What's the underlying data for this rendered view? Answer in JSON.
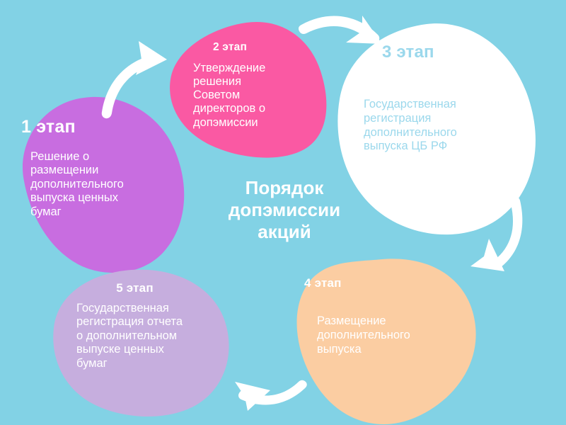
{
  "palette": {
    "background": "#82d2e5",
    "stage1_blob": "#c86de0",
    "stage2_blob": "#fa59a3",
    "stage3_blob": "#ffffff",
    "stage4_blob": "#fbcda2",
    "stage5_blob": "#c6aede",
    "arrow": "#ffffff",
    "white_text": "#ffffff",
    "stage3_text": "#9bd8ec"
  },
  "center": {
    "title": "Порядок\nдопэмиссии\nакций"
  },
  "stages": [
    {
      "label": "1 этап",
      "text": "Решение о\nразмещении\nдополнительного\nвыпуска ценных\nбумаг"
    },
    {
      "label": "2 этап",
      "text": "Утверждение\nрешения\nСоветом\nдиректоров о\nдопэмиссии"
    },
    {
      "label": "3 этап",
      "text": "Государственная\nрегистрация\nдополнительного\nвыпуска ЦБ РФ"
    },
    {
      "label": "4 этап",
      "text": "Размещение\nдополнительного\nвыпуска"
    },
    {
      "label": "5 этап",
      "text": "Государственная\nрегистрация отчета\nо дополнительном\nвыпуске ценных\nбумаг"
    }
  ],
  "arrows": [
    {
      "name": "arrow-stage1-to-stage2",
      "direction": "up-right"
    },
    {
      "name": "arrow-stage2-to-stage3",
      "direction": "right-down"
    },
    {
      "name": "arrow-stage3-to-stage4",
      "direction": "down-left"
    },
    {
      "name": "arrow-stage4-to-stage5",
      "direction": "left-up"
    }
  ]
}
